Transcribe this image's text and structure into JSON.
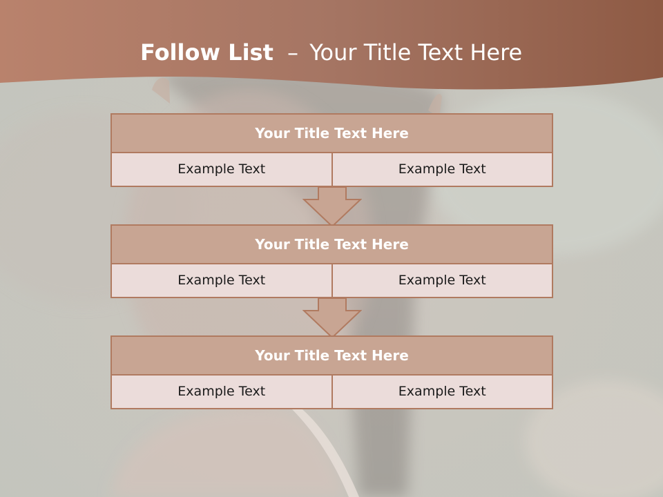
{
  "slide": {
    "title_bold": "Follow List",
    "title_sep": "–",
    "title_rest": "Your Title Text Here"
  },
  "colors": {
    "header_band": "#a4705a",
    "box_title_fill": "#c8a593",
    "box_row_fill": "#ebdcda",
    "box_border": "#b07a60",
    "arrow_fill": "#c8a593"
  },
  "blocks": [
    {
      "title": "Your Title Text Here",
      "left": "Example Text",
      "right": "Example Text"
    },
    {
      "title": "Your Title Text Here",
      "left": "Example Text",
      "right": "Example Text"
    },
    {
      "title": "Your Title Text Here",
      "left": "Example Text",
      "right": "Example Text"
    }
  ]
}
